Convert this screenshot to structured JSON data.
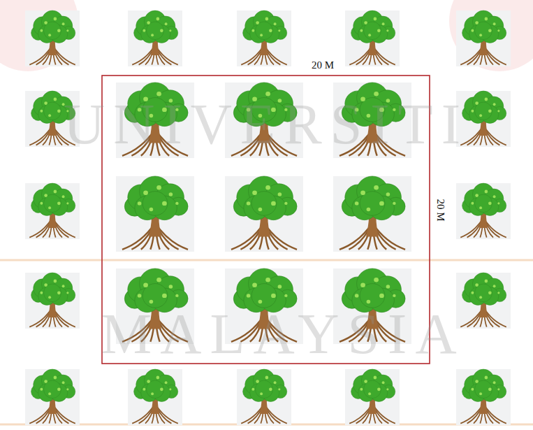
{
  "diagram": {
    "labels": [
      "20 M",
      "20 M",
      "UNIVERSITI",
      "MALAYSIA"
    ]
  }
}
